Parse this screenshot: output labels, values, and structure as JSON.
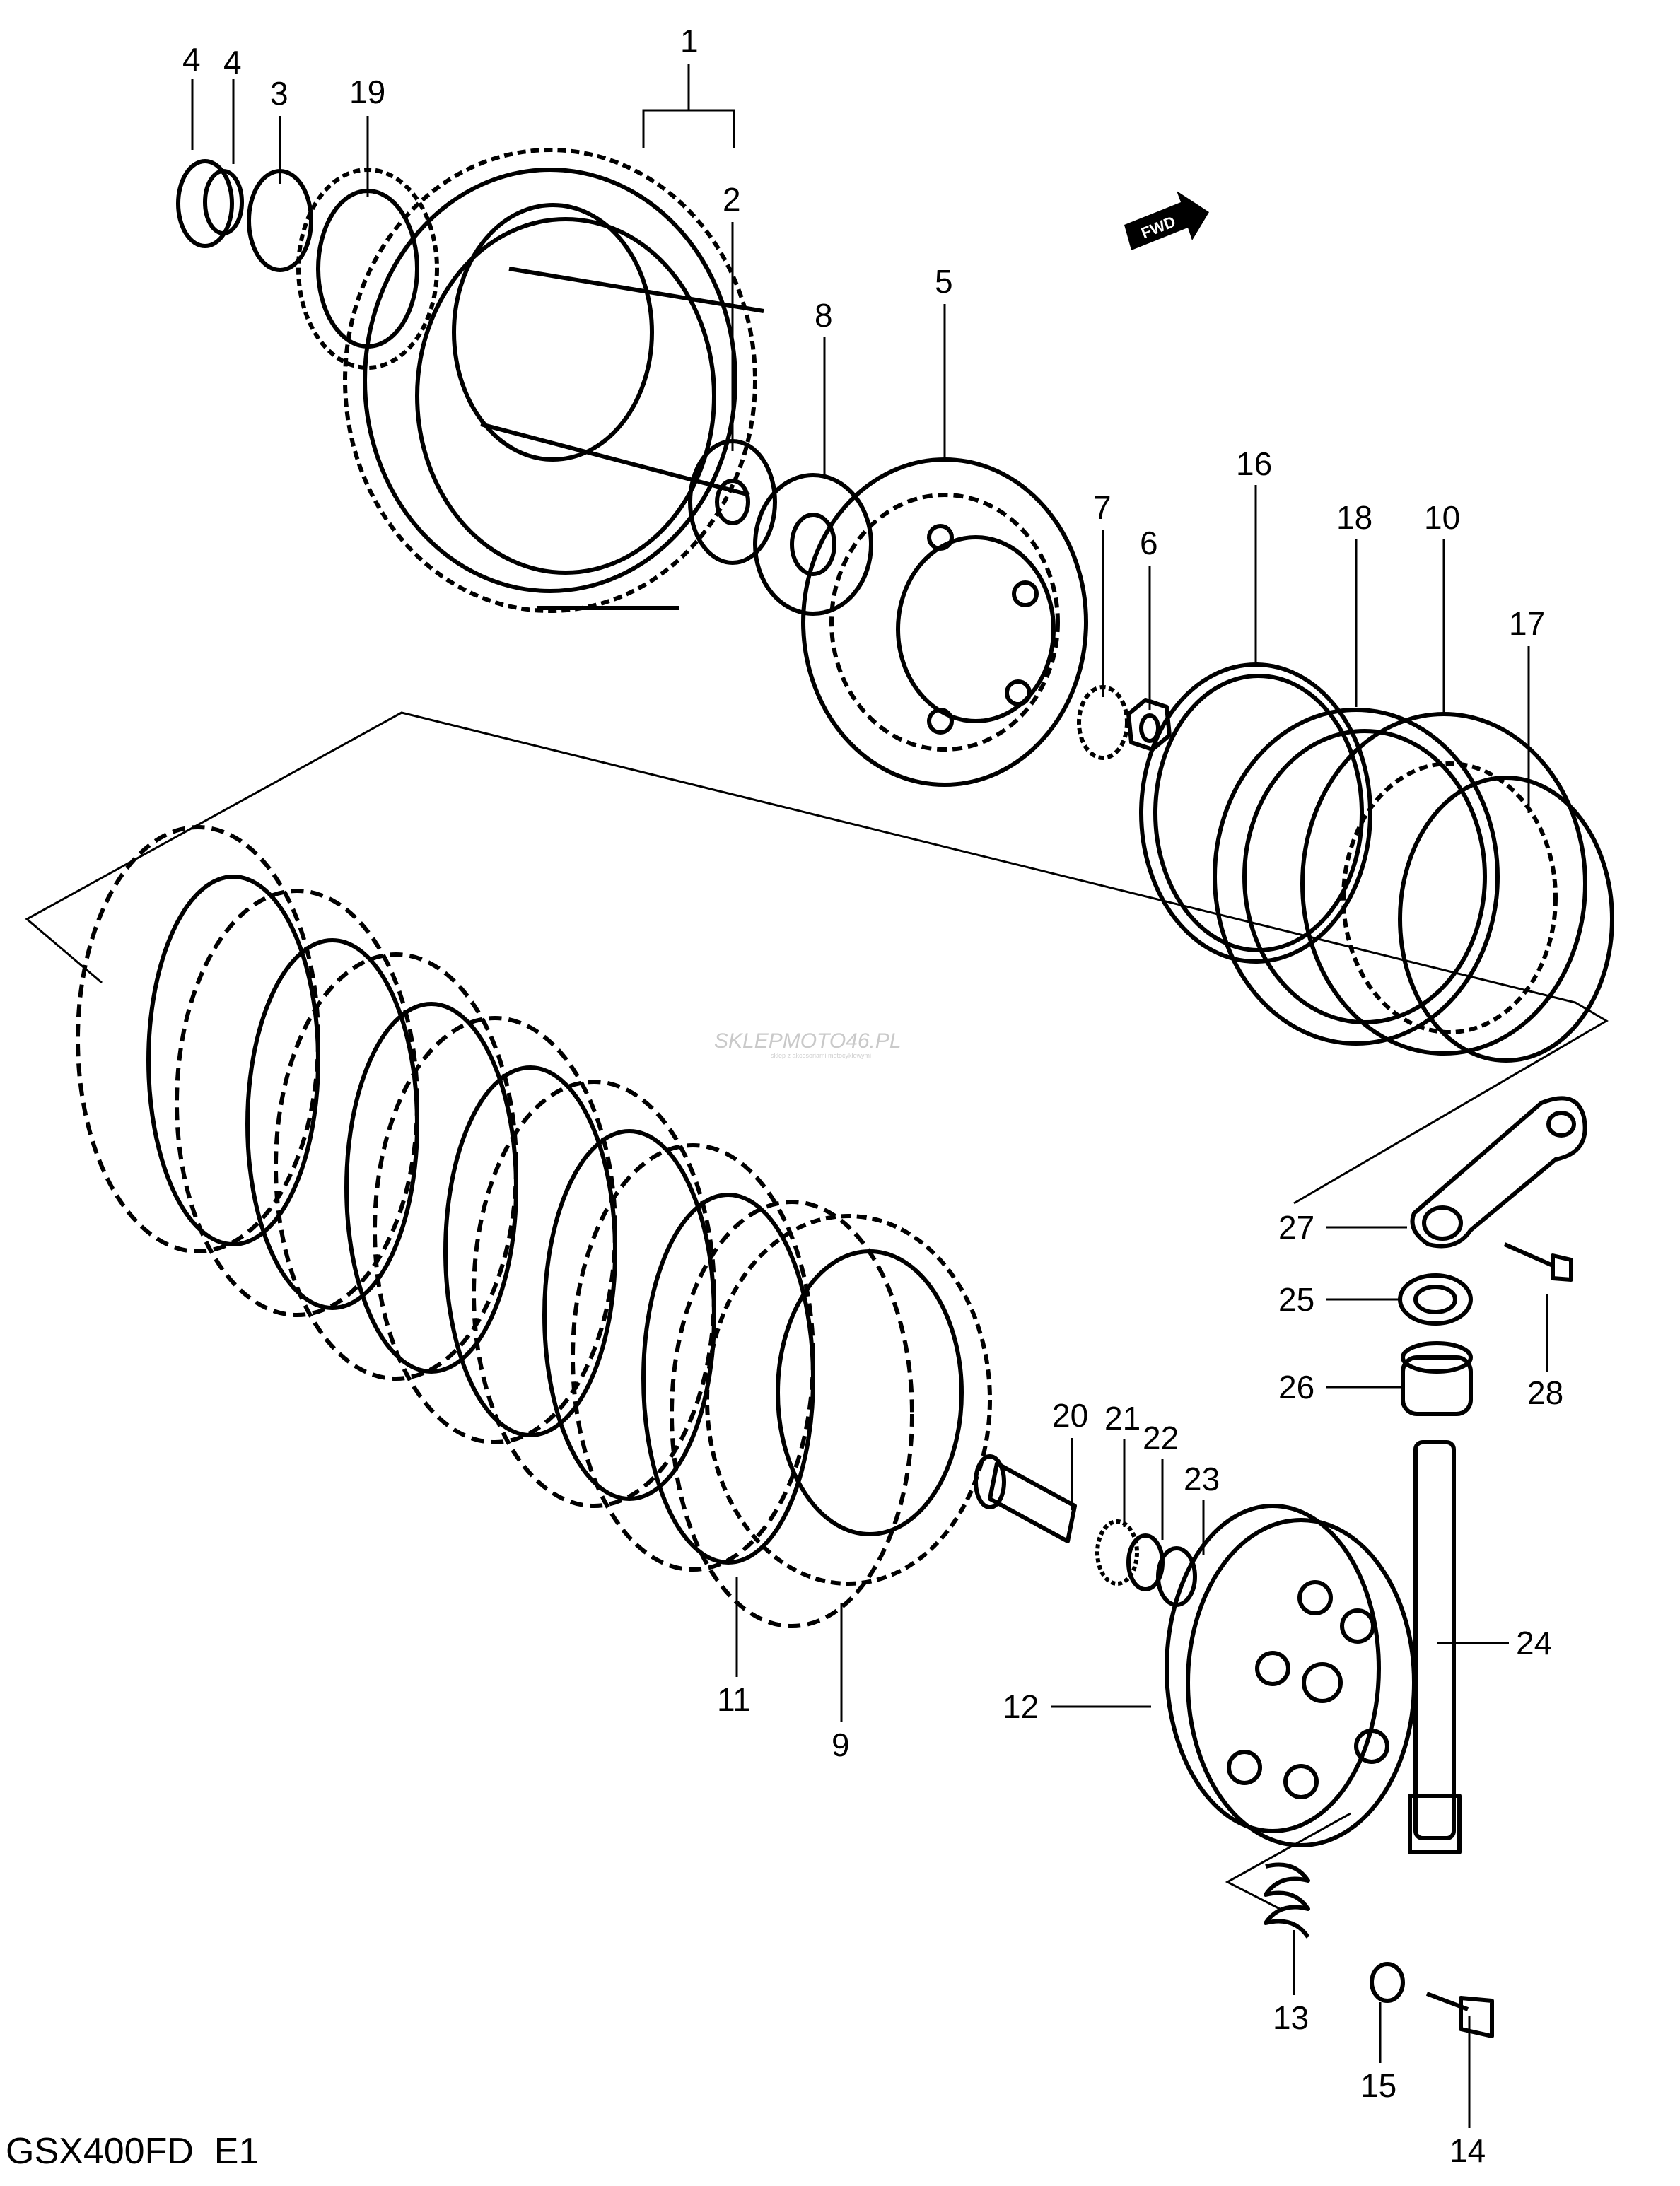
{
  "diagram": {
    "title": "GSX400FD  E1",
    "watermark": {
      "text": "SKLEPMOTO46.PL",
      "subtext": "sklep z akcesoriami motocyklowymi"
    },
    "direction_marker": {
      "label": "FWD",
      "icon": "arrow-icon"
    },
    "callouts": [
      {
        "id": "4a",
        "label": "4"
      },
      {
        "id": "4b",
        "label": "4"
      },
      {
        "id": "3",
        "label": "3"
      },
      {
        "id": "19",
        "label": "19"
      },
      {
        "id": "1",
        "label": "1"
      },
      {
        "id": "2",
        "label": "2"
      },
      {
        "id": "8",
        "label": "8"
      },
      {
        "id": "5",
        "label": "5"
      },
      {
        "id": "16",
        "label": "16"
      },
      {
        "id": "7",
        "label": "7"
      },
      {
        "id": "6",
        "label": "6"
      },
      {
        "id": "18",
        "label": "18"
      },
      {
        "id": "10",
        "label": "10"
      },
      {
        "id": "17",
        "label": "17"
      },
      {
        "id": "27",
        "label": "27"
      },
      {
        "id": "25",
        "label": "25"
      },
      {
        "id": "26",
        "label": "26"
      },
      {
        "id": "28",
        "label": "28"
      },
      {
        "id": "20",
        "label": "20"
      },
      {
        "id": "21",
        "label": "21"
      },
      {
        "id": "22",
        "label": "22"
      },
      {
        "id": "23",
        "label": "23"
      },
      {
        "id": "24",
        "label": "24"
      },
      {
        "id": "11",
        "label": "11"
      },
      {
        "id": "9",
        "label": "9"
      },
      {
        "id": "12",
        "label": "12"
      },
      {
        "id": "13",
        "label": "13"
      },
      {
        "id": "15",
        "label": "15"
      },
      {
        "id": "14",
        "label": "14"
      }
    ]
  }
}
